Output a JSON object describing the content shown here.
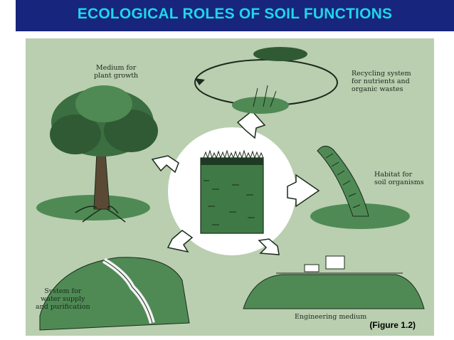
{
  "header": {
    "title": "ECOLOGICAL ROLES OF SOIL FUNCTIONS"
  },
  "diagram": {
    "labels": {
      "plant_growth": "Medium for\nplant growth",
      "recycling": "Recycling system\nfor nutrients and\norganic wastes",
      "habitat": "Habitat for\nsoil organisms",
      "water": "System for\nwater supply\nand purification",
      "engineering": "Engineering medium"
    },
    "caption": "(Figure 1.2)"
  },
  "colors": {
    "title_bar": "#17257c",
    "title_text": "#1fd6ea",
    "figure_bg": "#b9cfb0",
    "foliage_dark": "#2f5a34",
    "foliage_mid": "#4f8a55"
  }
}
